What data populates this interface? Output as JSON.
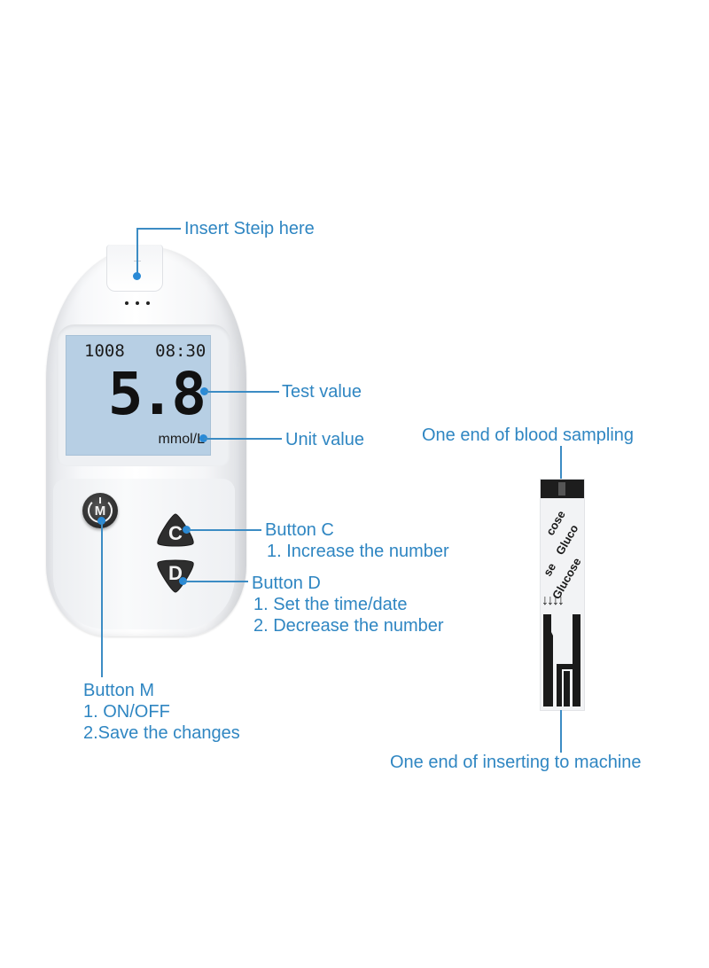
{
  "meter": {
    "lcd": {
      "date": "1008",
      "time": "08:30",
      "value": "5.8",
      "unit": "mmol/L"
    },
    "buttons": {
      "m": "M",
      "c": "C",
      "d": "D"
    }
  },
  "callouts": {
    "insert_strip": "Insert Steip here",
    "test_value": "Test value",
    "unit_value": "Unit value",
    "button_c": {
      "title": "Button C",
      "lines": [
        "1. Increase the number"
      ]
    },
    "button_d": {
      "title": "Button D",
      "lines": [
        "1. Set the time/date",
        "2. Decrease the number"
      ]
    },
    "button_m": {
      "title": "Button M",
      "lines": [
        "1. ON/OFF",
        "2.Save the changes"
      ]
    },
    "blood_sampling_end": "One end of blood sampling",
    "insert_end": "One end of inserting to machine"
  },
  "strip": {
    "printed_text": [
      "cose",
      "Gluco",
      "se",
      "Glucose"
    ],
    "arrows": "↓↓↓↓"
  },
  "colors": {
    "callout_text": "#2f86c2",
    "callout_line": "#3c8cc4",
    "lcd_background": "#b7cfe4",
    "button_dark": "#2b2b2b"
  }
}
